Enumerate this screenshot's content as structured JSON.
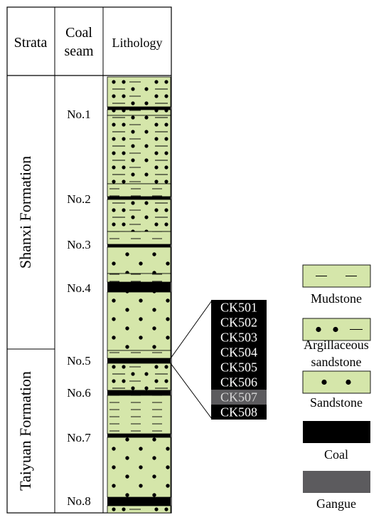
{
  "headers": {
    "strata": "Strata",
    "coal_seam_line1": "Coal",
    "coal_seam_line2": "seam",
    "lithology": "Lithology"
  },
  "formations": {
    "shanxi": "Shanxi Formation",
    "taiyuan": "Taiyuan Formation"
  },
  "seams": [
    {
      "label": "No.1"
    },
    {
      "label": "No.2"
    },
    {
      "label": "No.3"
    },
    {
      "label": "No.4"
    },
    {
      "label": "No.5"
    },
    {
      "label": "No.6"
    },
    {
      "label": "No.7"
    },
    {
      "label": "No.8"
    }
  ],
  "detail_layers": [
    {
      "label": "CK501",
      "type": "coal"
    },
    {
      "label": "CK502",
      "type": "coal"
    },
    {
      "label": "CK503",
      "type": "coal"
    },
    {
      "label": "CK504",
      "type": "coal"
    },
    {
      "label": "CK505",
      "type": "coal"
    },
    {
      "label": "CK506",
      "type": "coal"
    },
    {
      "label": "CK507",
      "type": "gangue"
    },
    {
      "label": "CK508",
      "type": "coal"
    }
  ],
  "legend": [
    {
      "key": "mudstone",
      "label": "Mudstone"
    },
    {
      "key": "argillaceous",
      "label": "Argillaceous sandstone",
      "line1": "Argillaceous",
      "line2": "sandstone"
    },
    {
      "key": "sandstone",
      "label": "Sandstone"
    },
    {
      "key": "coal",
      "label": "Coal"
    },
    {
      "key": "gangue",
      "label": "Gangue"
    }
  ],
  "colors": {
    "rock_fill": "#d5e6aa",
    "coal": "#000000",
    "gangue": "#5c5b5e",
    "line": "#000000"
  }
}
